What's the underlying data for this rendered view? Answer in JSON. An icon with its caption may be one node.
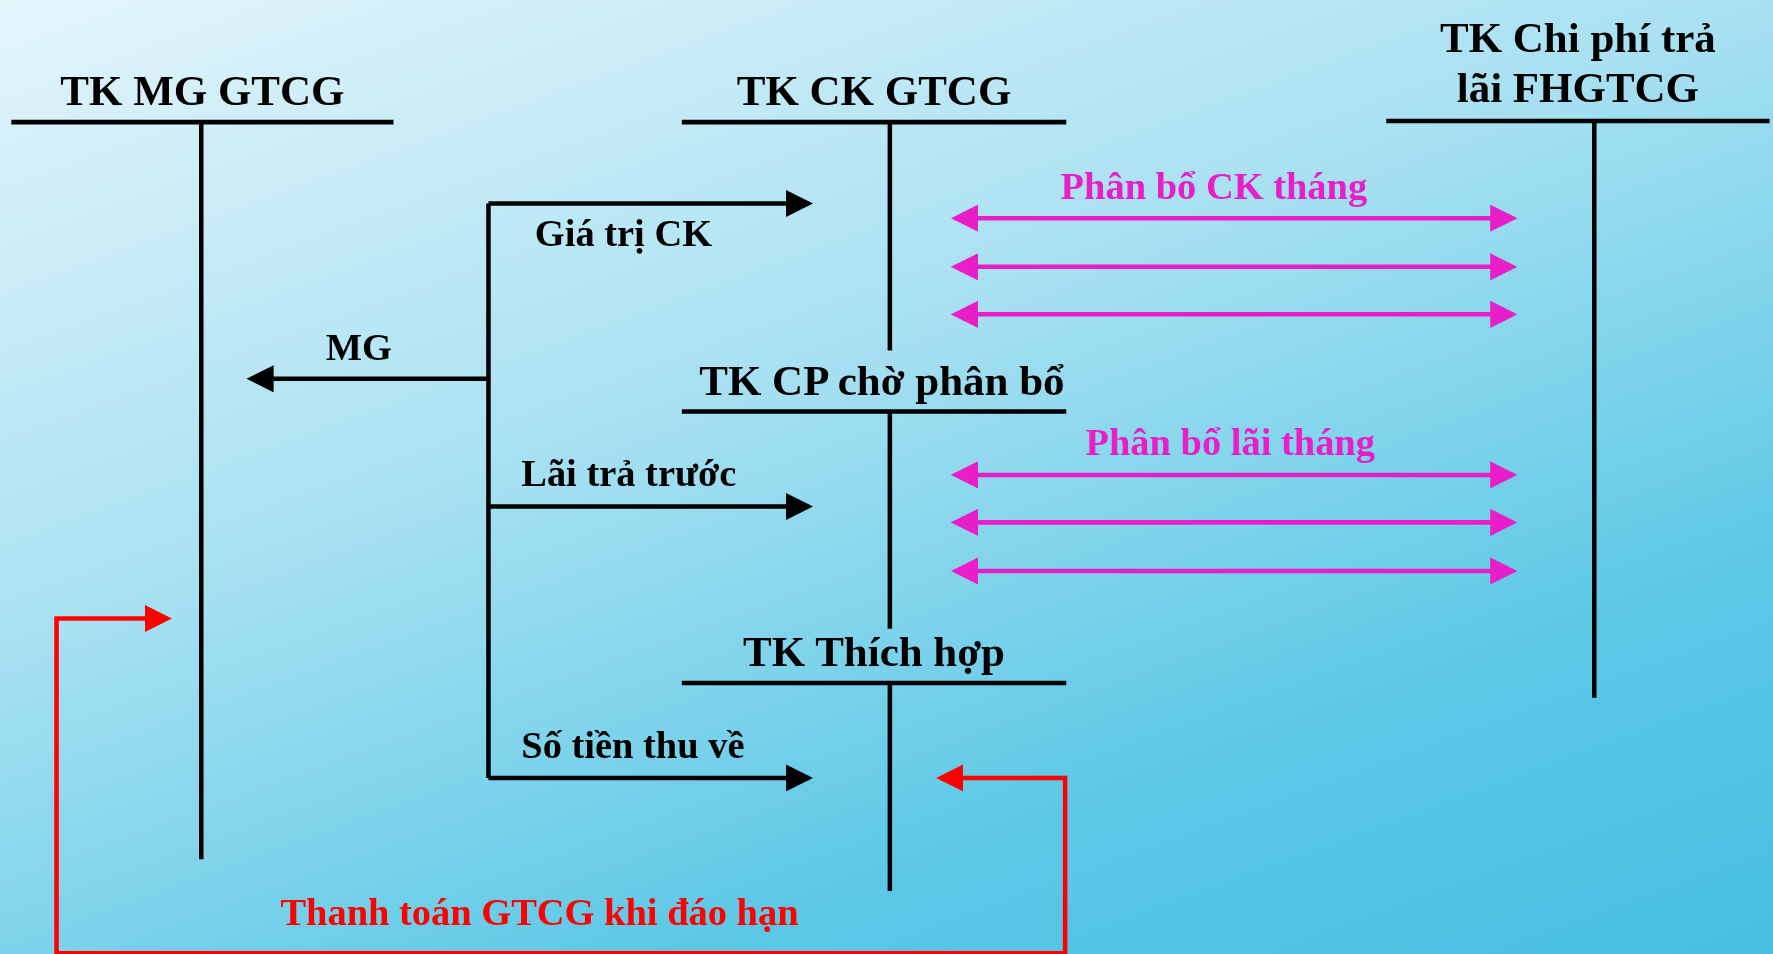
{
  "diagram": {
    "nodes": [
      {
        "text": [
          "TK MG GTCG"
        ]
      },
      {
        "text": [
          "TK CK GTCG"
        ]
      },
      {
        "text": [
          "TK Chi phí trả lãi FHGTCG"
        ]
      },
      {
        "text": [
          "TK CP chờ phân bổ"
        ]
      },
      {
        "text": [
          "TK Thích hợp"
        ]
      }
    ],
    "edges": [
      {
        "from": null,
        "to": 0,
        "arrow": "to",
        "label": "MG",
        "color": "#000000"
      },
      {
        "from": null,
        "to": 1,
        "arrow": "to",
        "label": "Giá trị CK",
        "color": "#000000"
      },
      {
        "from": null,
        "to": 3,
        "arrow": "to",
        "label": "Lãi trả trước",
        "color": "#000000"
      },
      {
        "from": null,
        "to": 4,
        "arrow": "to",
        "label": "Số tiền thu về",
        "color": "#000000"
      },
      {
        "from": 1,
        "to": 2,
        "arrow": "both",
        "label": "Phân bổ CK tháng",
        "color": "#e81ec8"
      },
      {
        "from": 1,
        "to": 2,
        "arrow": "both",
        "color": "#e81ec8"
      },
      {
        "from": 1,
        "to": 2,
        "arrow": "both",
        "color": "#e81ec8"
      },
      {
        "from": 3,
        "to": 2,
        "arrow": "both",
        "label": "Phân bổ lãi tháng",
        "color": "#e81ec8"
      },
      {
        "from": 3,
        "to": 2,
        "arrow": "both",
        "color": "#e81ec8"
      },
      {
        "from": 3,
        "to": 2,
        "arrow": "both",
        "color": "#e81ec8"
      },
      {
        "from": 4,
        "to": 0,
        "arrow": "both",
        "label": "Thanh toán GTCG khi đáo hạn",
        "color": "#ff0000"
      }
    ]
  }
}
